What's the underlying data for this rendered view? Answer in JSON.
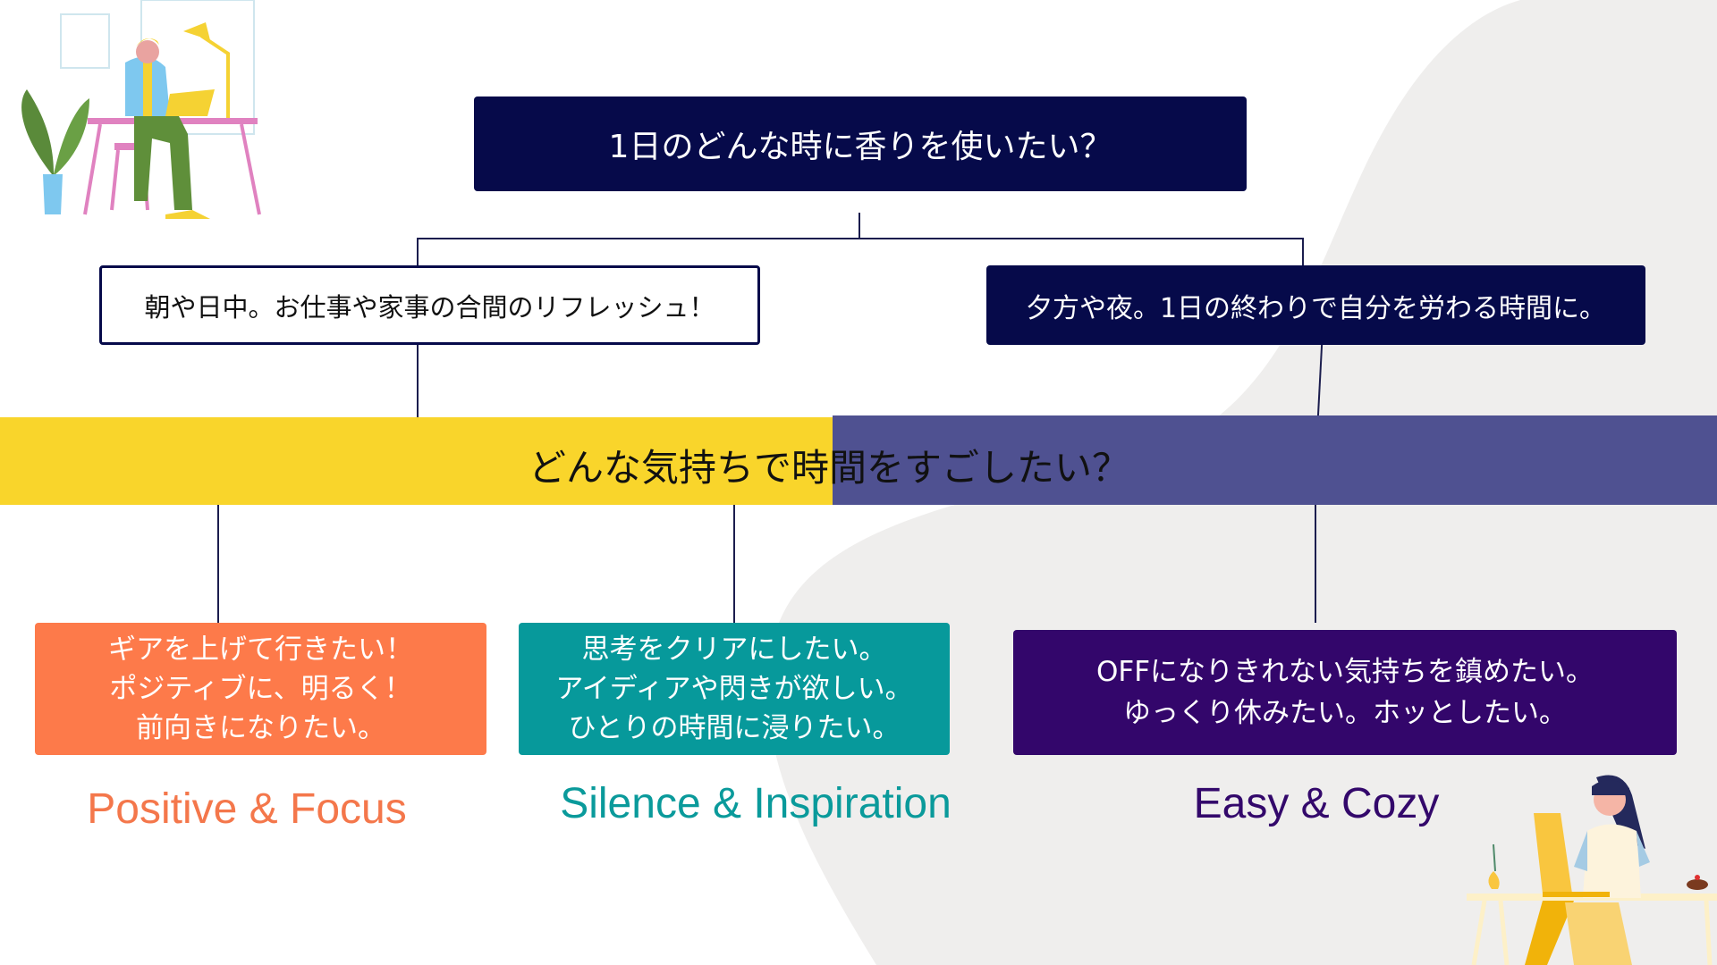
{
  "question_top": "1日のどんな時に香りを使いたい？",
  "branch_left": "朝や日中。お仕事や家事の合間のリフレッシュ！",
  "branch_right": "夕方や夜。1日の終わりで自分を労わる時間に。",
  "question_middle": "どんな気持ちで時間をすごしたい？",
  "outcomes": [
    {
      "lines": [
        "ギアを上げて行きたい！",
        "ポジティブに、明るく！",
        "前向きになりたい。"
      ],
      "label": "Positive & Focus",
      "color": "#fd7a4a",
      "label_color": "#f4774b"
    },
    {
      "lines": [
        "思考をクリアにしたい。",
        "アイディアや閃きが欲しい。",
        "ひとりの時間に浸りたい。"
      ],
      "label": "Silence & Inspiration",
      "color": "#07999b",
      "label_color": "#0a9a9b"
    },
    {
      "lines": [
        "OFFになりきれない気持ちを鎮めたい。",
        "ゆっくり休みたい。ホッとしたい。"
      ],
      "label": "Easy & Cozy",
      "color": "#33066b",
      "label_color": "#33086b"
    }
  ],
  "colors": {
    "navy": "#060a4a",
    "yellow": "#f9d52b",
    "band_purple": "#4f5191",
    "blob": "#efeeed"
  }
}
